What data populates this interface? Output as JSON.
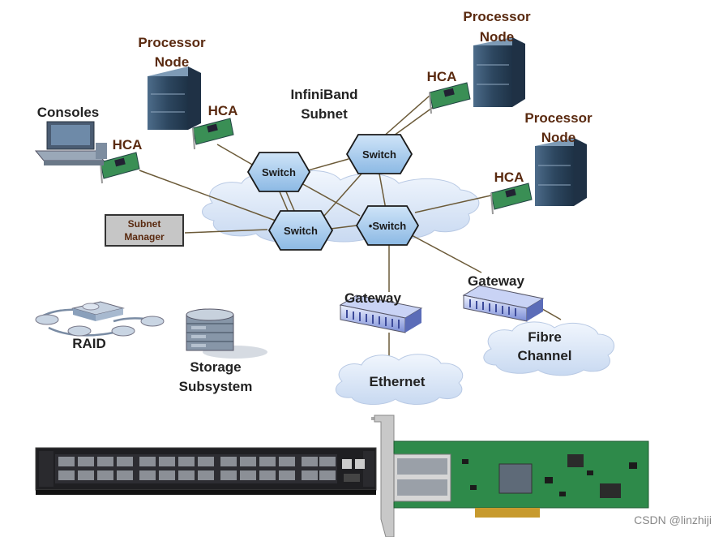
{
  "labels": {
    "processor_node_1": [
      "Processor",
      "Node"
    ],
    "processor_node_2": [
      "Processor",
      "Node"
    ],
    "processor_node_3": [
      "Processor",
      "Node"
    ],
    "hca": "HCA",
    "consoles": "Consoles",
    "subnet": [
      "InfiniBand",
      "Subnet"
    ],
    "switch": "Switch",
    "switch_alt": "•Switch",
    "subnet_manager": [
      "Subnet",
      "Manager"
    ],
    "gateway": "Gateway",
    "ethernet": "Ethernet",
    "fibre_channel": [
      "Fibre",
      "Channel"
    ],
    "raid": "RAID",
    "storage": [
      "Storage",
      "Subsystem"
    ]
  },
  "watermark": "CSDN @linzhiji",
  "colors": {
    "label": "#5a2a10",
    "switch_fill": "#a9cdee",
    "cloud_fill": "#dde8f7",
    "node_fill": "#2f4a63",
    "pcb_green": "#2e8a4a"
  },
  "icons": [
    "server-tower-icon",
    "hca-card-icon",
    "console-computer-icon",
    "raid-icon",
    "storage-stack-icon",
    "gateway-device-icon",
    "network-switch-photo",
    "network-adapter-photo"
  ]
}
